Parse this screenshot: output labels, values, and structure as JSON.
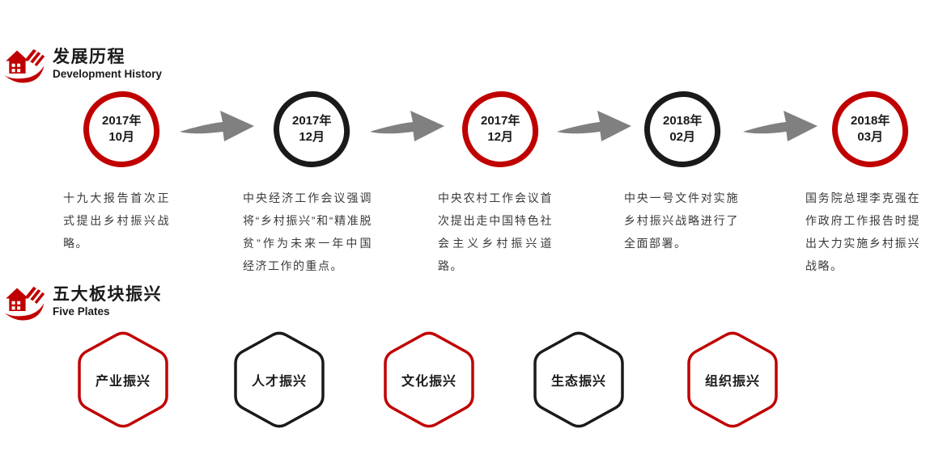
{
  "colors": {
    "red": "#C00000",
    "black": "#1A1A1A",
    "gray": "#808080",
    "text": "#3A3A3A",
    "background": "#FFFFFF"
  },
  "section_history": {
    "title": "发展历程",
    "subtitle": "Development History",
    "arrow_color": "gray",
    "milestones": [
      {
        "year": "2017年",
        "month": "10月",
        "color": "red",
        "desc": "十九大报告首次正式提出乡村振兴战略。"
      },
      {
        "year": "2017年",
        "month": "12月",
        "color": "black",
        "desc": "中央经济工作会议强调将“乡村振兴”和“精准脱贫”作为未来一年中国经济工作的重点。"
      },
      {
        "year": "2017年",
        "month": "12月",
        "color": "red",
        "desc": "中央农村工作会议首次提出走中国特色社会主义乡村振兴道路。"
      },
      {
        "year": "2018年",
        "month": "02月",
        "color": "black",
        "desc": "中央一号文件对实施乡村振兴战略进行了全面部署。"
      },
      {
        "year": "2018年",
        "month": "03月",
        "color": "red",
        "desc": "国务院总理李克强在作政府工作报告时提出大力实施乡村振兴战略。"
      }
    ]
  },
  "section_plates": {
    "title": "五大板块振兴",
    "subtitle": "Five Plates",
    "plates": [
      {
        "label": "产业振兴",
        "color": "red"
      },
      {
        "label": "人才振兴",
        "color": "black"
      },
      {
        "label": "文化振兴",
        "color": "red"
      },
      {
        "label": "生态振兴",
        "color": "black"
      },
      {
        "label": "组织振兴",
        "color": "red"
      }
    ]
  }
}
